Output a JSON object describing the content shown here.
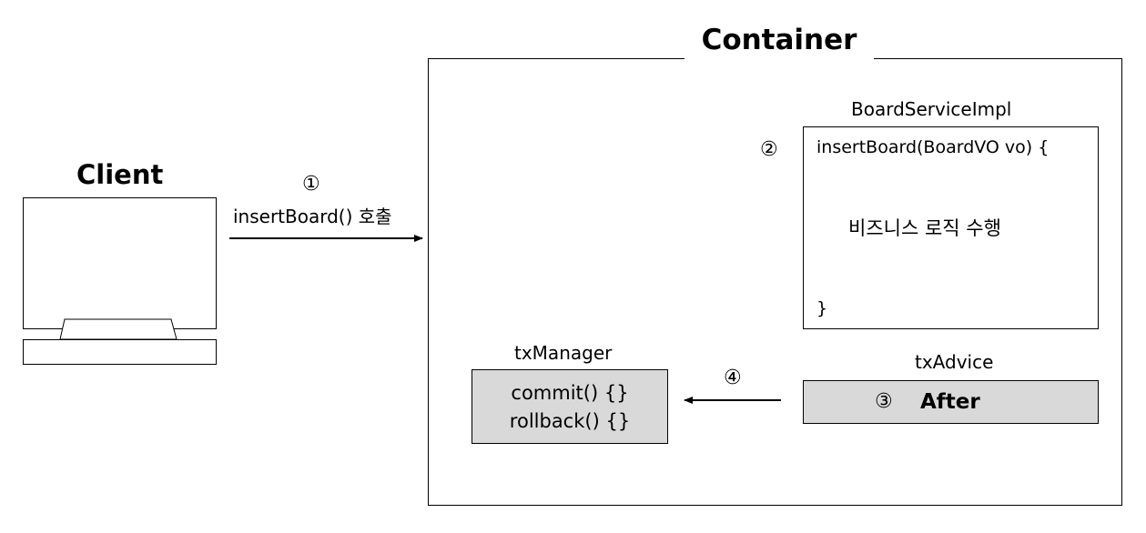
{
  "container": {
    "title": "Container"
  },
  "client": {
    "title": "Client"
  },
  "steps": {
    "step1": {
      "marker": "①",
      "label": "insertBoard() 호출"
    },
    "step2": {
      "marker": "②"
    },
    "step3": {
      "marker": "③"
    },
    "step4": {
      "marker": "④"
    }
  },
  "board_service": {
    "title": "BoardServiceImpl",
    "signature": "insertBoard(BoardVO vo) {",
    "logic": "비즈니스 로직 수행",
    "closing": "}"
  },
  "tx_manager": {
    "title": "txManager",
    "commit": "commit() {}",
    "rollback": "rollback() {}"
  },
  "tx_advice": {
    "title": "txAdvice",
    "after": "After"
  },
  "colors": {
    "box_fill_gray": "#d9d9d9",
    "stroke": "#000000",
    "background": "#ffffff"
  }
}
